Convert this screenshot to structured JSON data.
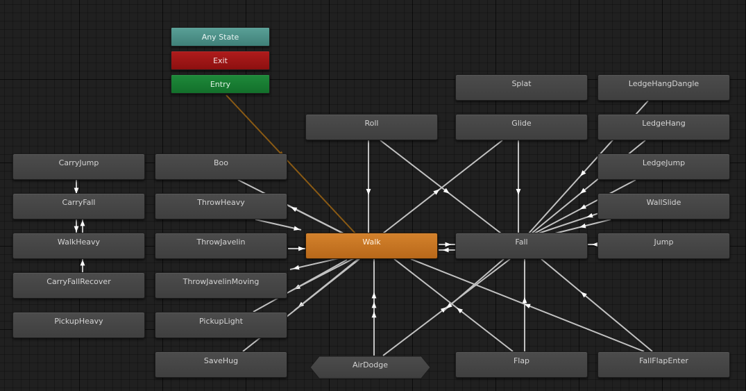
{
  "colors": {
    "background": "#202020",
    "transition": "#c2c2c2",
    "entry_transition": "#8a5a14",
    "default_state": "#c8741f",
    "any_state": "#4b9189",
    "exit_state": "#9e1414",
    "entry_state": "#177f31",
    "state": "#444444"
  },
  "states": {
    "any_state": "Any State",
    "exit": "Exit",
    "entry": "Entry",
    "splat": "Splat",
    "ledge_hang_dangle": "LedgeHangDangle",
    "roll": "Roll",
    "glide": "Glide",
    "ledge_hang": "LedgeHang",
    "carry_jump": "CarryJump",
    "boo": "Boo",
    "ledge_jump": "LedgeJump",
    "carry_fall": "CarryFall",
    "throw_heavy": "ThrowHeavy",
    "wall_slide": "WallSlide",
    "walk_heavy": "WalkHeavy",
    "throw_javelin": "ThrowJavelin",
    "walk": "Walk",
    "fall": "Fall",
    "jump": "Jump",
    "carry_fall_recover": "CarryFallRecover",
    "throw_javelin_moving": "ThrowJavelinMoving",
    "pickup_heavy": "PickupHeavy",
    "pickup_light": "PickupLight",
    "save_hug": "SaveHug",
    "air_dodge": "AirDodge",
    "flap": "Flap",
    "fall_flap_enter": "FallFlapEnter"
  }
}
